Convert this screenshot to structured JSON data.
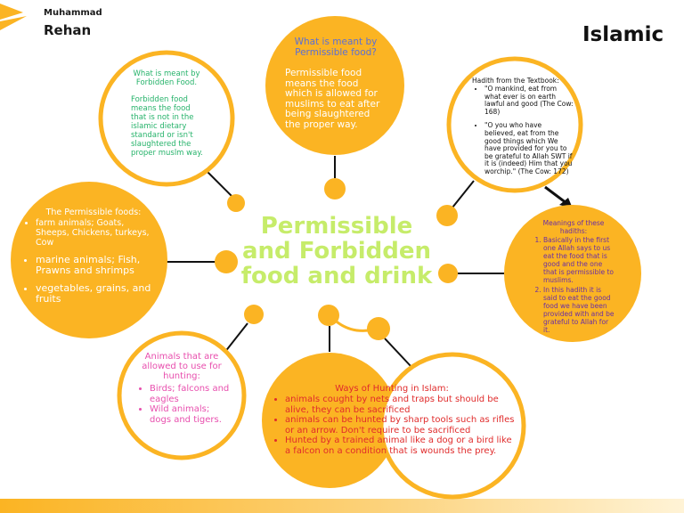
{
  "header": {
    "author_first": "Muhammad",
    "author_last": "Rehan",
    "subject": "Islamic"
  },
  "center": {
    "title": "Permissible and Forbidden food and drink"
  },
  "forbidden": {
    "question": "What is meant by Forbidden Food.",
    "answer": "Forbidden food means the food that is not in the islamic dietary standard or isn't slaughtered the proper muslm way."
  },
  "permissible": {
    "question": "What is meant by Permissible food?",
    "answer": "Permissible food means the food which is allowed for muslims to eat after being slaughtered the proper way."
  },
  "hadith": {
    "heading": "Hadith from the Textbook:",
    "items": [
      "\"O mankind, eat from what ever is on earth lawful and good (The Cow: 168)",
      "\"O you who have believed, eat from the good things which We have provided for you to be grateful to Allah SWT if it is (indeed) Him that you worchip.\" (The Cow: 172)"
    ]
  },
  "meanings": {
    "heading": "Meanings of these hadiths:",
    "items": [
      "Basically in the first one Allah says to us eat the food that is good and the one that is permissible to muslims.",
      "In this hadith it is said to eat the good food we have been provided with and be grateful to Allah for it."
    ]
  },
  "perm_foods": {
    "heading": "The Permissible foods:",
    "items": [
      "farm animals; Goats, Sheeps, Chickens, turkeys, Cow",
      "marine animals; Fish, Prawns and shrimps",
      "vegetables, grains, and fruits"
    ]
  },
  "animals": {
    "heading": "Animals that are allowed to use for hunting:",
    "items": [
      "Birds; falcons and eagles",
      "Wild animals; dogs and tigers."
    ]
  },
  "hunting": {
    "heading": "Ways of Hunting in Islam:",
    "items": [
      "animals cought by nets and traps but should be alive, they can be sacrificed",
      "animals can be hunted by sharp tools such as rifles or an arrow. Don't require to be sacrificed",
      "Hunted by a trained animal like a dog or a bird like a falcon on a condition that is wounds the prey."
    ]
  },
  "colors": {
    "accent": "#fbb423",
    "title": "#c6ec6a"
  }
}
